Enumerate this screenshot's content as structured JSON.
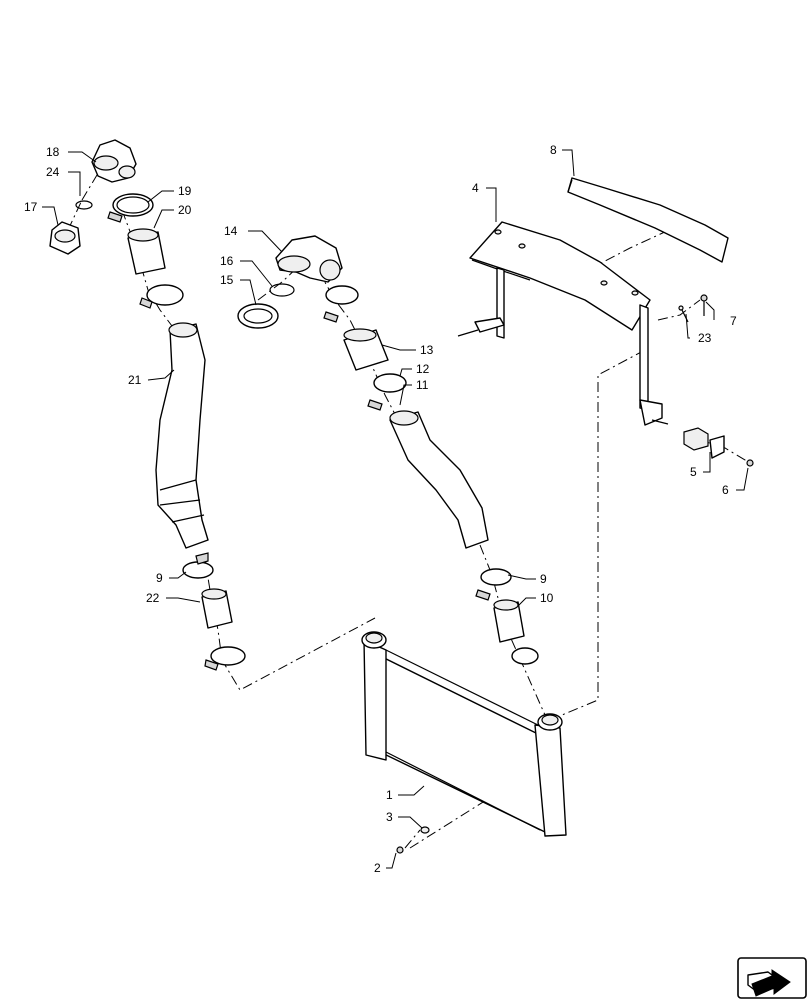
{
  "callouts": {
    "c1": "1",
    "c2": "2",
    "c3": "3",
    "c4": "4",
    "c5": "5",
    "c6": "6",
    "c7": "7",
    "c8": "8",
    "c9a": "9",
    "c9b": "9",
    "c10": "10",
    "c11": "11",
    "c12": "12",
    "c13": "13",
    "c14": "14",
    "c15": "15",
    "c16": "16",
    "c17": "17",
    "c18": "18",
    "c19": "19",
    "c20": "20",
    "c21": "21",
    "c22": "22",
    "c23": "23",
    "c24": "24"
  },
  "icons": {
    "nav": "next-page-arrow-icon"
  }
}
